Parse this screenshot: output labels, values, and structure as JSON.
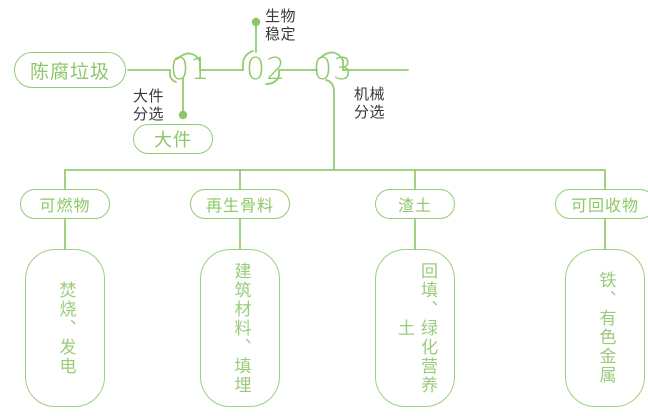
{
  "diagram": {
    "title_colors": {
      "line": "#93CC74",
      "node_text": "#8CC867",
      "box_text": "#9ACB7C",
      "annotation_text": "#3A3A3A",
      "background": "#FFFFFF"
    },
    "root": {
      "label": "陈腐垃圾"
    },
    "steps": [
      {
        "number": "01",
        "annotation": "大件\n分选"
      },
      {
        "number": "02",
        "annotation": "生物\n稳定"
      },
      {
        "number": "03",
        "annotation": "机械\n分选"
      }
    ],
    "side_output": {
      "label": "大件"
    },
    "categories": [
      {
        "label": "可燃物",
        "outcome": "焚烧、发电"
      },
      {
        "label": "再生骨料",
        "outcome": "建筑材料、填埋"
      },
      {
        "label": "渣土",
        "outcome": "回填、绿化营养土"
      },
      {
        "label": "可回收物",
        "outcome": "铁、有色金属"
      }
    ]
  }
}
